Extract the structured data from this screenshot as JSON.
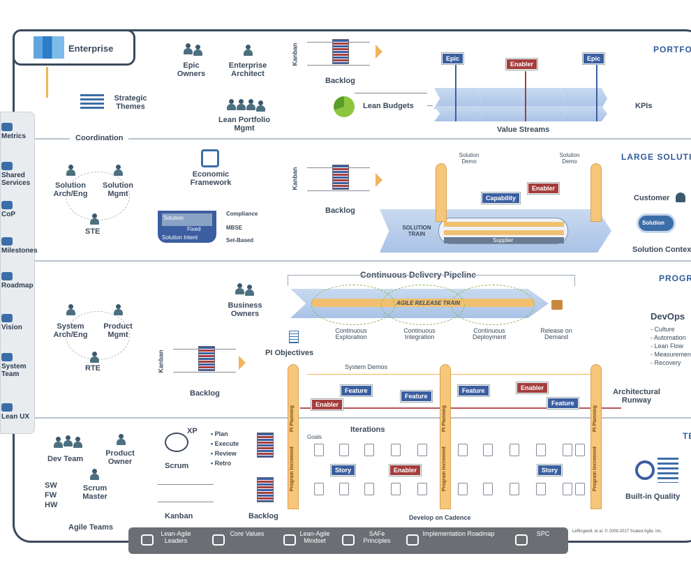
{
  "levels": {
    "portfolio": "PORTFOLIO",
    "large_solution": "LARGE SOLUTION",
    "program": "PROGRAM",
    "team": "TEAM"
  },
  "enterprise": "Enterprise",
  "strategic_themes": "Strategic Themes",
  "coordination": "Coordination",
  "portfolio": {
    "epic_owners": "Epic Owners",
    "enterprise_architect": "Enterprise Architect",
    "lean_portfolio_mgmt": "Lean Portfolio Mgmt",
    "kanban": "Kanban",
    "backlog": "Backlog",
    "lean_budgets": "Lean Budgets",
    "epic_1": "Epic",
    "enabler": "Enabler",
    "epic_2": "Epic",
    "kpis": "KPIs",
    "value_streams": "Value Streams"
  },
  "large_solution": {
    "solution_arch": "Solution Arch/Eng",
    "solution_mgmt": "Solution Mgmt",
    "ste": "STE",
    "economic_framework": "Economic Framework",
    "solution": "Solution",
    "intent": "Fixed",
    "variable": "Solution Intent",
    "compliance": "Compliance",
    "mbse": "MBSE",
    "set_based": "Set-Based",
    "kanban": "Kanban",
    "backlog": "Backlog",
    "solution_demo_1": "Solution Demo",
    "solution_demo_2": "Solution Demo",
    "capability": "Capability",
    "enabler": "Enabler",
    "solution_train": "SOLUTION TRAIN",
    "supplier": "Supplier",
    "customer": "Customer",
    "solution_pill": "Solution",
    "solution_context": "Solution Context"
  },
  "program": {
    "system_arch": "System Arch/Eng",
    "product_mgmt": "Product Mgmt",
    "rte": "RTE",
    "business_owners": "Business Owners",
    "cdp": "Continuous Delivery Pipeline",
    "art": "AGILE RELEASE TRAIN",
    "cont_exploration": "Continuous Exploration",
    "cont_integration": "Continuous Integration",
    "cont_deployment": "Continuous Deployment",
    "release": "Release on Demand",
    "devops": "DevOps",
    "devops_items": [
      "- Culture",
      "- Automation",
      "- Lean Flow",
      "- Measurement",
      "- Recovery"
    ],
    "pi_objectives": "PI Objectives",
    "kanban": "Kanban",
    "backlog": "Backlog",
    "system_demos": "System Demos",
    "enabler_1": "Enabler",
    "feature_1": "Feature",
    "feature_2": "Feature",
    "feature_3": "Feature",
    "enabler_2": "Enabler",
    "feature_4": "Feature",
    "arch_runway": "Architectural Runway",
    "pi_planning": "PI Planning"
  },
  "team": {
    "dev_team": "Dev Team",
    "product_owner": "Product Owner",
    "scrum_master": "Scrum Master",
    "sw": "SW",
    "fw": "FW",
    "hw": "HW",
    "agile_teams": "Agile Teams",
    "xp": "XP",
    "scrum": "Scrum",
    "plan": "• Plan",
    "execute": "• Execute",
    "review": "• Review",
    "retro": "• Retro",
    "kanban": "Kanban",
    "backlog": "Backlog",
    "iterations": "Iterations",
    "goals": "Goals",
    "story_1": "Story",
    "enabler": "Enabler",
    "story_2": "Story",
    "program_increment": "Program Increment",
    "develop_on_cadence": "Develop on Cadence",
    "built_in_quality": "Built-in Quality",
    "copyright": "Leffingwell, et al. © 2008-2017 Scaled Agile, Inc."
  },
  "sidebar": {
    "items": [
      "Metrics",
      "Shared Services",
      "CoP",
      "Milestones",
      "Roadmap",
      "Vision",
      "System Team",
      "Lean UX"
    ]
  },
  "footer": {
    "items": [
      "Lean-Agile Leaders",
      "Core Values",
      "Lean-Agile Mindset",
      "SAFe Principles",
      "Implementation Roadmap",
      "SPC"
    ]
  },
  "colors": {
    "blue": "#3b5ea0",
    "red": "#a53d3d",
    "orange": "#f6c77a",
    "footer": "#6b6f74"
  }
}
